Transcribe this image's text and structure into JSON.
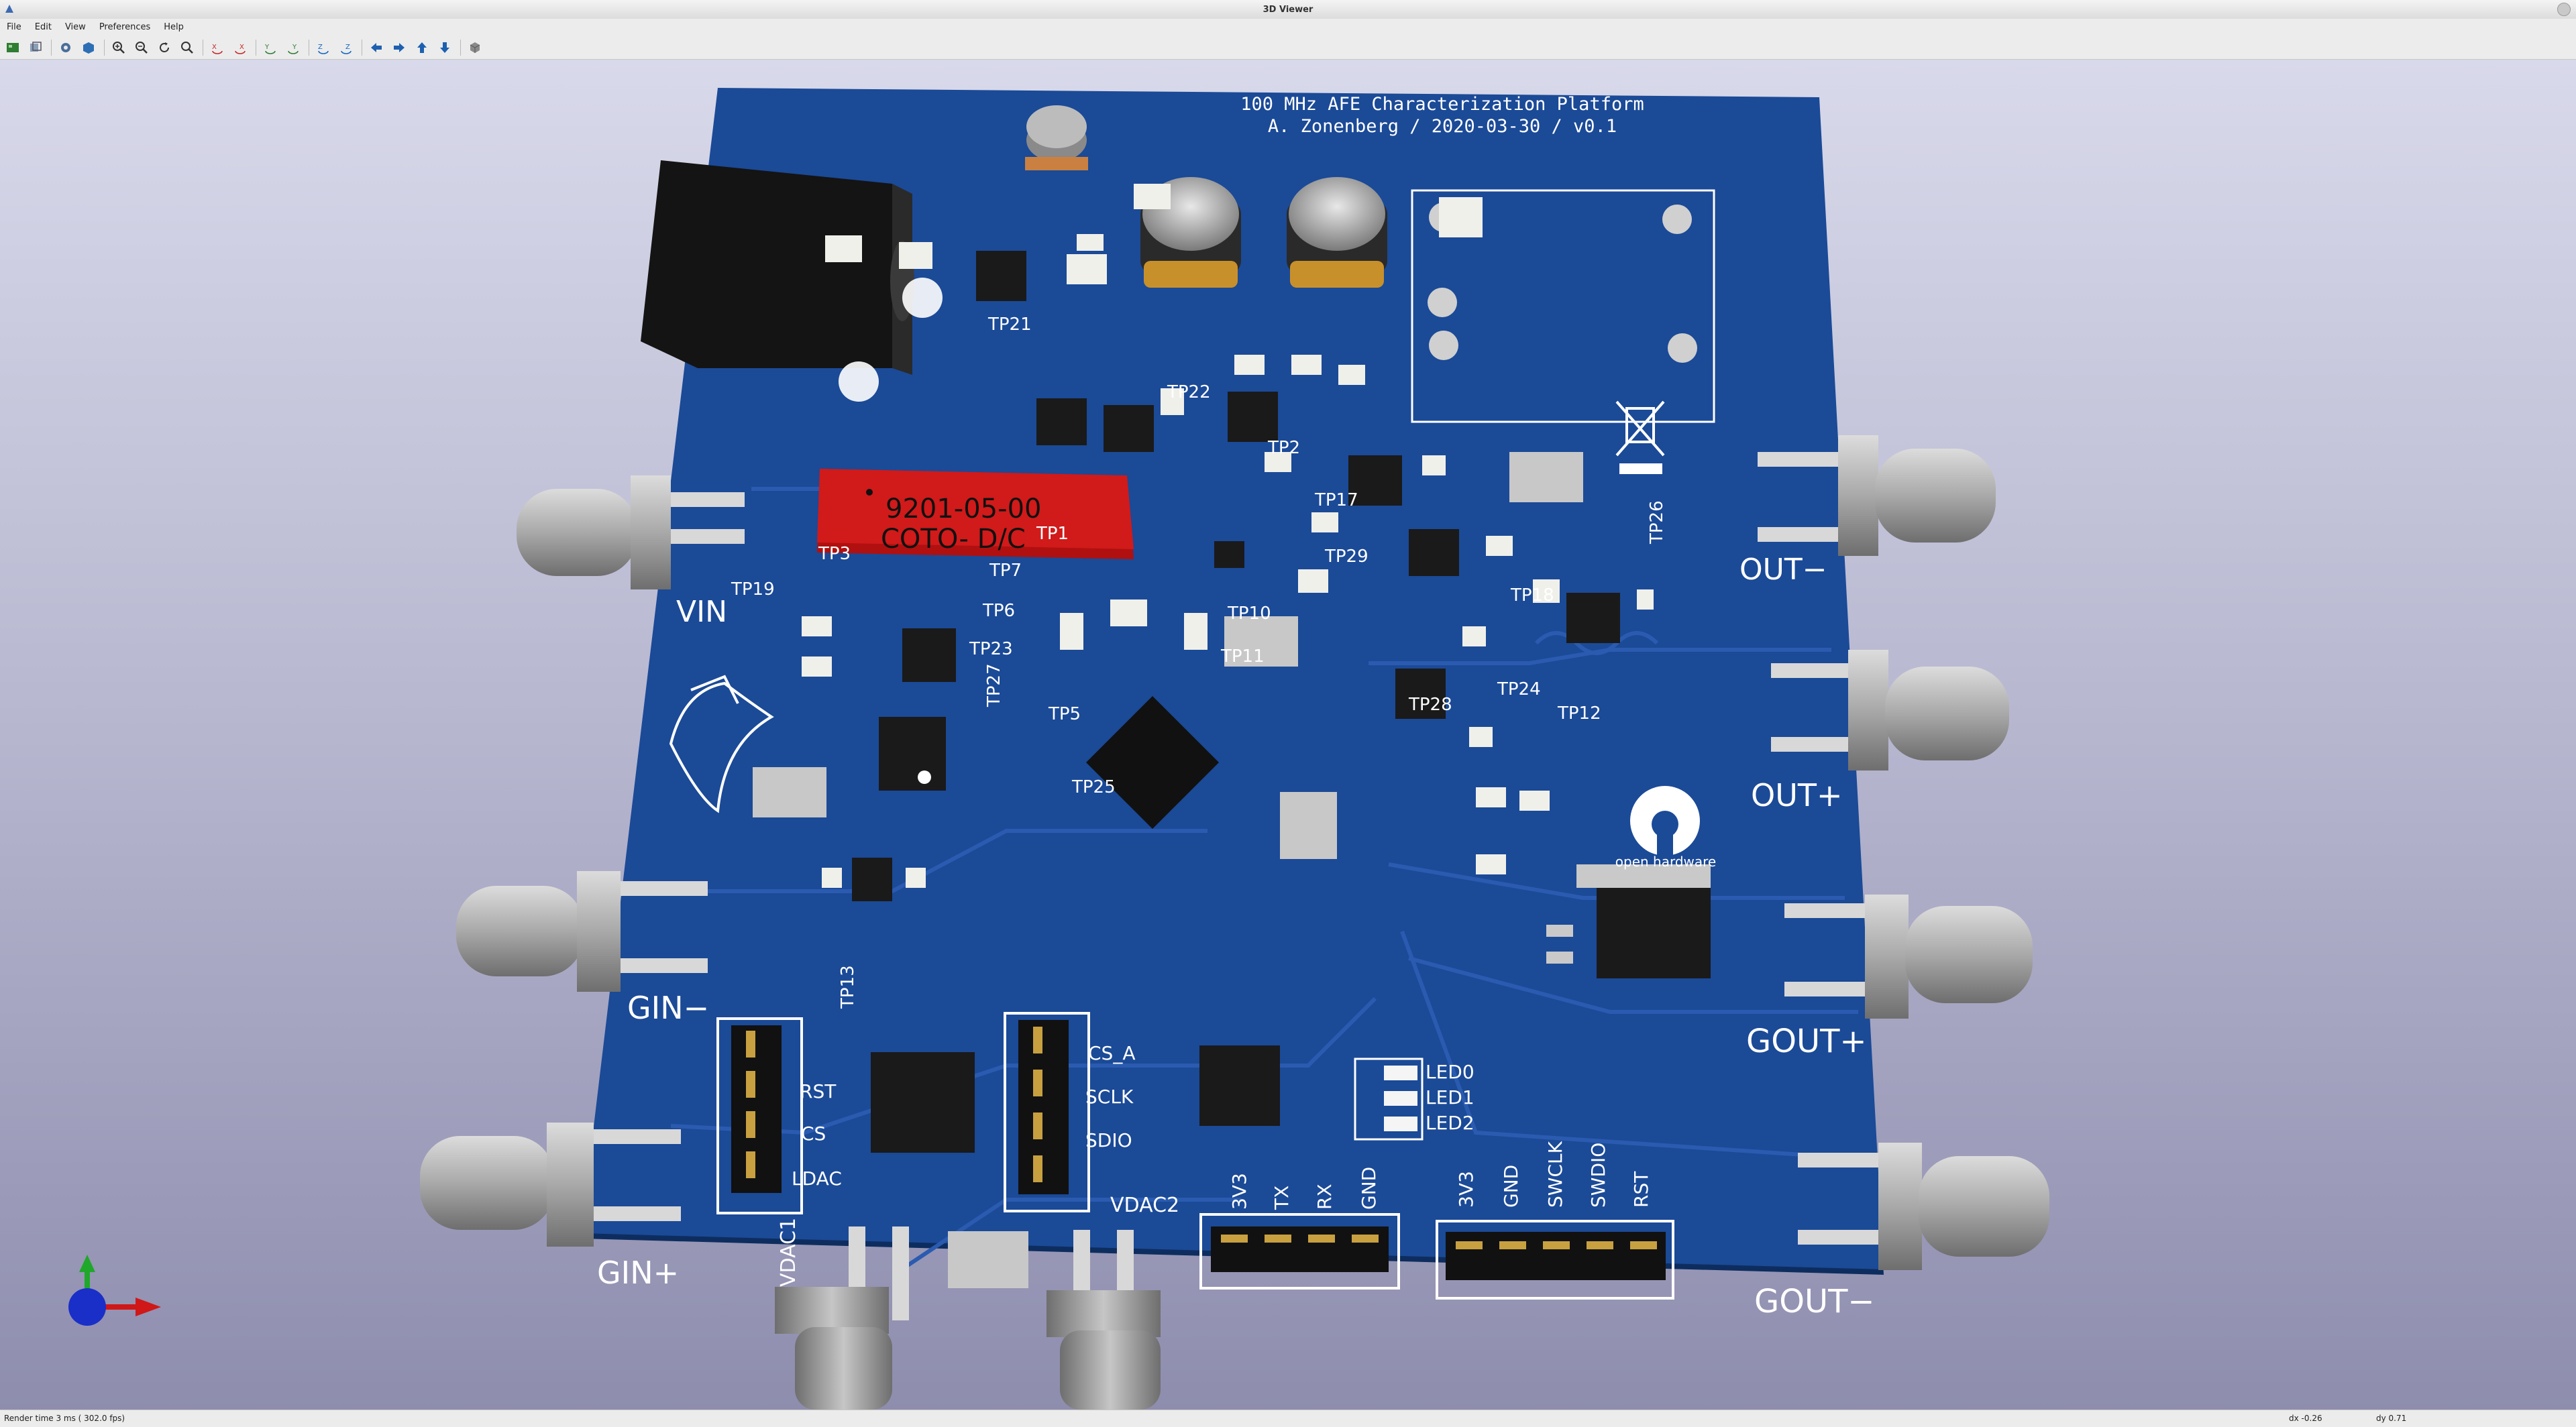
{
  "window": {
    "title": "3D Viewer"
  },
  "menu": {
    "items": [
      "File",
      "Edit",
      "View",
      "Preferences",
      "Help"
    ]
  },
  "toolbar": {
    "buttons": [
      "reload-board-icon",
      "copy-image-icon",
      "render-options-icon",
      "raytrace-icon",
      "zoom-in-icon",
      "zoom-out-icon",
      "redraw-icon",
      "zoom-fit-icon",
      "rotate-x-cw-icon",
      "rotate-x-ccw-icon",
      "rotate-y-cw-icon",
      "rotate-y-ccw-icon",
      "rotate-z-cw-icon",
      "rotate-z-ccw-icon",
      "pan-left-icon",
      "pan-right-icon",
      "pan-up-icon",
      "pan-down-icon",
      "ortho-toggle-icon"
    ]
  },
  "board": {
    "title_line1": "100 MHz AFE Characterization Platform",
    "title_line2": "A. Zonenberg / 2020-03-30 / v0.1",
    "relay_line1": "9201-05-00",
    "relay_line2": "COTO- D/C",
    "oshw_label": "open hardware",
    "connectors": {
      "vin": "VIN",
      "gin_minus": "GIN−",
      "gin_plus": "GIN+",
      "out_minus": "OUT−",
      "out_plus": "OUT+",
      "gout_plus": "GOUT+",
      "gout_minus": "GOUT−",
      "vdac1": "VDAC1",
      "vdac2": "VDAC2"
    },
    "testpoints": [
      "TP21",
      "TP22",
      "TP2",
      "TP17",
      "TP26",
      "TP3",
      "TP1",
      "TP7",
      "TP29",
      "TP19",
      "TP6",
      "TP10",
      "TP18",
      "TP23",
      "TP11",
      "TP27",
      "TP24",
      "TP28",
      "TP5",
      "TP12",
      "TP25",
      "TP13"
    ],
    "dac_header_labels": [
      "RST",
      "CS",
      "LDAC"
    ],
    "spi_header_labels": [
      "CS_A",
      "SCLK",
      "SDIO"
    ],
    "leds": [
      "LED0",
      "LED1",
      "LED2"
    ],
    "uart_labels": [
      "3V3",
      "TX",
      "RX",
      "GND"
    ],
    "swd_labels": [
      "3V3",
      "GND",
      "SWCLK",
      "SWDIO",
      "RST"
    ]
  },
  "status": {
    "render_time": "Render time 3 ms ( 302.0 fps)",
    "dx": "dx -0.26",
    "dy": "dy 0.71"
  },
  "colors": {
    "board": "#1b4a97",
    "silkscreen": "#ffffff",
    "relay": "#d11a1a",
    "connector": "#b4b4b4",
    "background_top": "#d8d9ea",
    "background_bottom": "#8e8dae"
  }
}
